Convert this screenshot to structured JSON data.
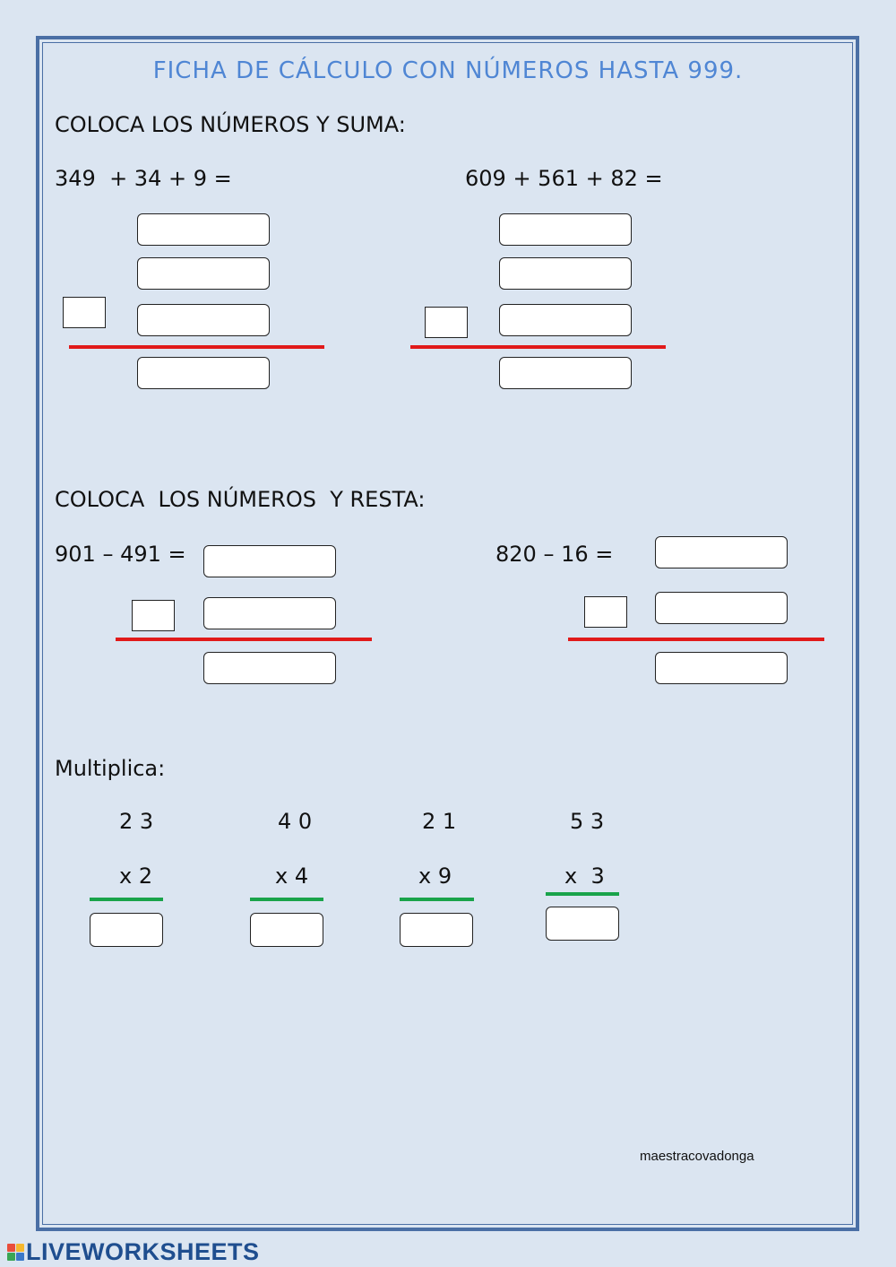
{
  "title": "FICHA  DE CÁLCULO CON NÚMEROS HASTA 999.",
  "sum_section": {
    "heading": "COLOCA LOS NÚMEROS  Y SUMA:",
    "exercise1": "349  + 34 + 9 =",
    "exercise2": "609 + 561 + 82 ="
  },
  "sub_section": {
    "heading": "COLOCA  LOS NÚMEROS  Y RESTA:",
    "exercise1": "901 – 491 =",
    "exercise2": "820 – 16 ="
  },
  "mult_section": {
    "heading": "Multiplica:",
    "problems": [
      {
        "top": "2 3",
        "bottom": "x 2"
      },
      {
        "top": "4 0",
        "bottom": "x 4"
      },
      {
        "top": "2 1",
        "bottom": "x 9"
      },
      {
        "top": "5 3",
        "bottom": "x  3"
      }
    ]
  },
  "signature": "maestracovadonga",
  "brand": "LIVEWORKSHEETS",
  "colors": {
    "background": "#dbe5f1",
    "frame": "#4a6fa5",
    "title": "#4f86d4",
    "sum_line": "#e11a1a",
    "mult_line": "#19a34a",
    "brand": "#1f4e8f"
  }
}
